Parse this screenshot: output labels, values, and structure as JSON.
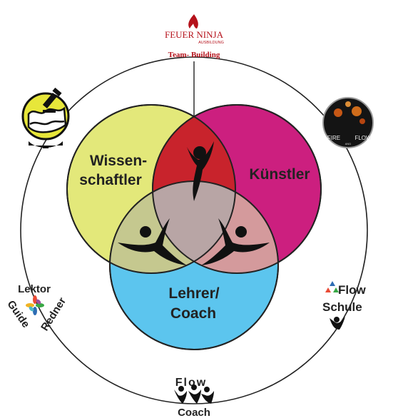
{
  "brand": {
    "name": "FEUER NINJA",
    "sub": "AUSBILDUNG",
    "tagline": "Team- Building",
    "color": "#b5121b"
  },
  "circles": {
    "left": {
      "line1": "Wissen-",
      "line2": "schaftler",
      "color": "#e3e87a"
    },
    "right": {
      "label": "Künstler",
      "color": "#cc1f7f"
    },
    "bottom": {
      "line1": "Lehrer/",
      "line2": "Coach",
      "color": "#5cc5ee"
    }
  },
  "overlaps": {
    "top": "#c8232c",
    "left": "#c5c88f",
    "right": "#d49a9c",
    "center": "#b8a5a5"
  },
  "nodes": {
    "science_icon": "microscope-icon",
    "fire_flow": {
      "left": "FIRE",
      "middle": "AND",
      "right": "FLOW"
    },
    "flow_schule": {
      "line1": "Flow",
      "line2": "Schule"
    },
    "flow_coach": {
      "top": "Flow",
      "bottom": "Coach"
    },
    "lektor": {
      "top": "Lektor",
      "left": "Guide",
      "right": "Redner"
    }
  },
  "colors": {
    "text": "#222222",
    "ring": "#222222"
  }
}
